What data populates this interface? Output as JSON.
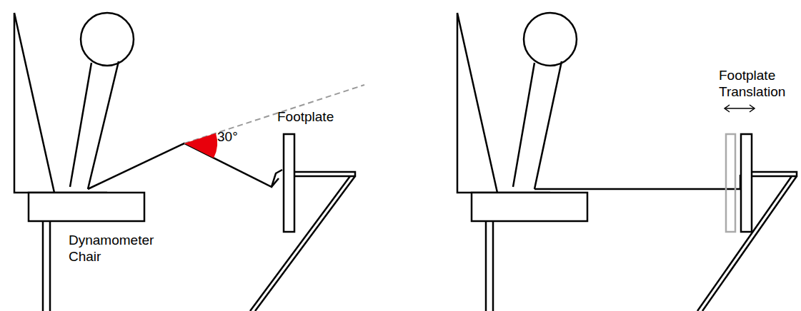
{
  "diagram": {
    "labels": [
      "30°",
      "Footplate",
      "Dynamometer Chair",
      "Footplate Translation"
    ]
  }
}
